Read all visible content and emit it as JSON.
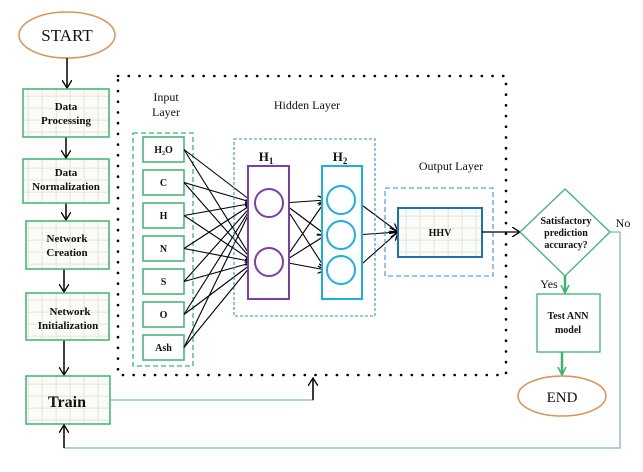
{
  "flow": {
    "start": "START",
    "end": "END",
    "steps": [
      {
        "lines": [
          "Data",
          "Processing"
        ]
      },
      {
        "lines": [
          "Data",
          "Normalization"
        ]
      },
      {
        "lines": [
          "Network",
          "Creation"
        ]
      },
      {
        "lines": [
          "Network",
          "Initialization"
        ]
      },
      {
        "lines": [
          "Train"
        ]
      }
    ],
    "decision": {
      "lines": [
        "Satisfactory",
        "prediction",
        "accuracy?"
      ]
    },
    "yes_label": "Yes",
    "no_label": "No",
    "test": {
      "lines": [
        "Test ANN",
        "model"
      ]
    }
  },
  "network": {
    "input_layer_title": [
      "Input",
      "Layer"
    ],
    "hidden_layer_title": "Hidden Layer",
    "output_layer_title": "Output Layer",
    "inputs": [
      "H₂O",
      "C",
      "H",
      "N",
      "S",
      "O",
      "Ash"
    ],
    "h1_label": "H",
    "h1_sub": "1",
    "h2_label": "H",
    "h2_sub": "2",
    "h1_neurons": 2,
    "h2_neurons": 3,
    "output": "HHV"
  },
  "colors": {
    "start_end_stroke": "#d9935a",
    "step_stroke": "#3cb371",
    "h1_stroke": "#7b3fa8",
    "h2_stroke": "#1eaee6",
    "output_stroke": "#1f6fbf",
    "hidden_box_stroke": "#3a8fd0",
    "feedback_line": "#7fb3be"
  }
}
